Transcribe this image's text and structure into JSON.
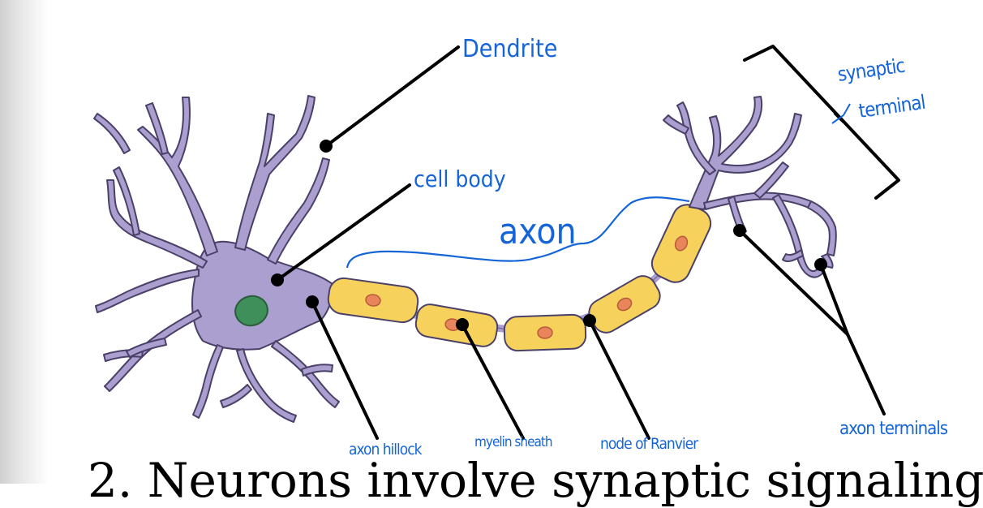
{
  "labels": {
    "dendrite": "Dendrite",
    "cell_body": "cell body",
    "axon": "axon",
    "synaptic_terminal_line1": "synaptic",
    "synaptic_terminal_line2": "terminal",
    "axon_hillock": "axon hillock",
    "myelin_sheath": "myelin sheath",
    "node_of_ranvier": "node of Ranvier",
    "axon_terminals": "axon terminals"
  },
  "bottom_text": "2. Neurons involve synaptic signaling",
  "colors": {
    "neuron_body": "#ab9fd0",
    "neuron_outline": "#4a4068",
    "nucleus": "#3f8f5a",
    "myelin": "#f6d15c",
    "myelin_nucleus": "#e8855a",
    "annotation_ink": "#1565d8",
    "pointer_lines": "#000000"
  }
}
